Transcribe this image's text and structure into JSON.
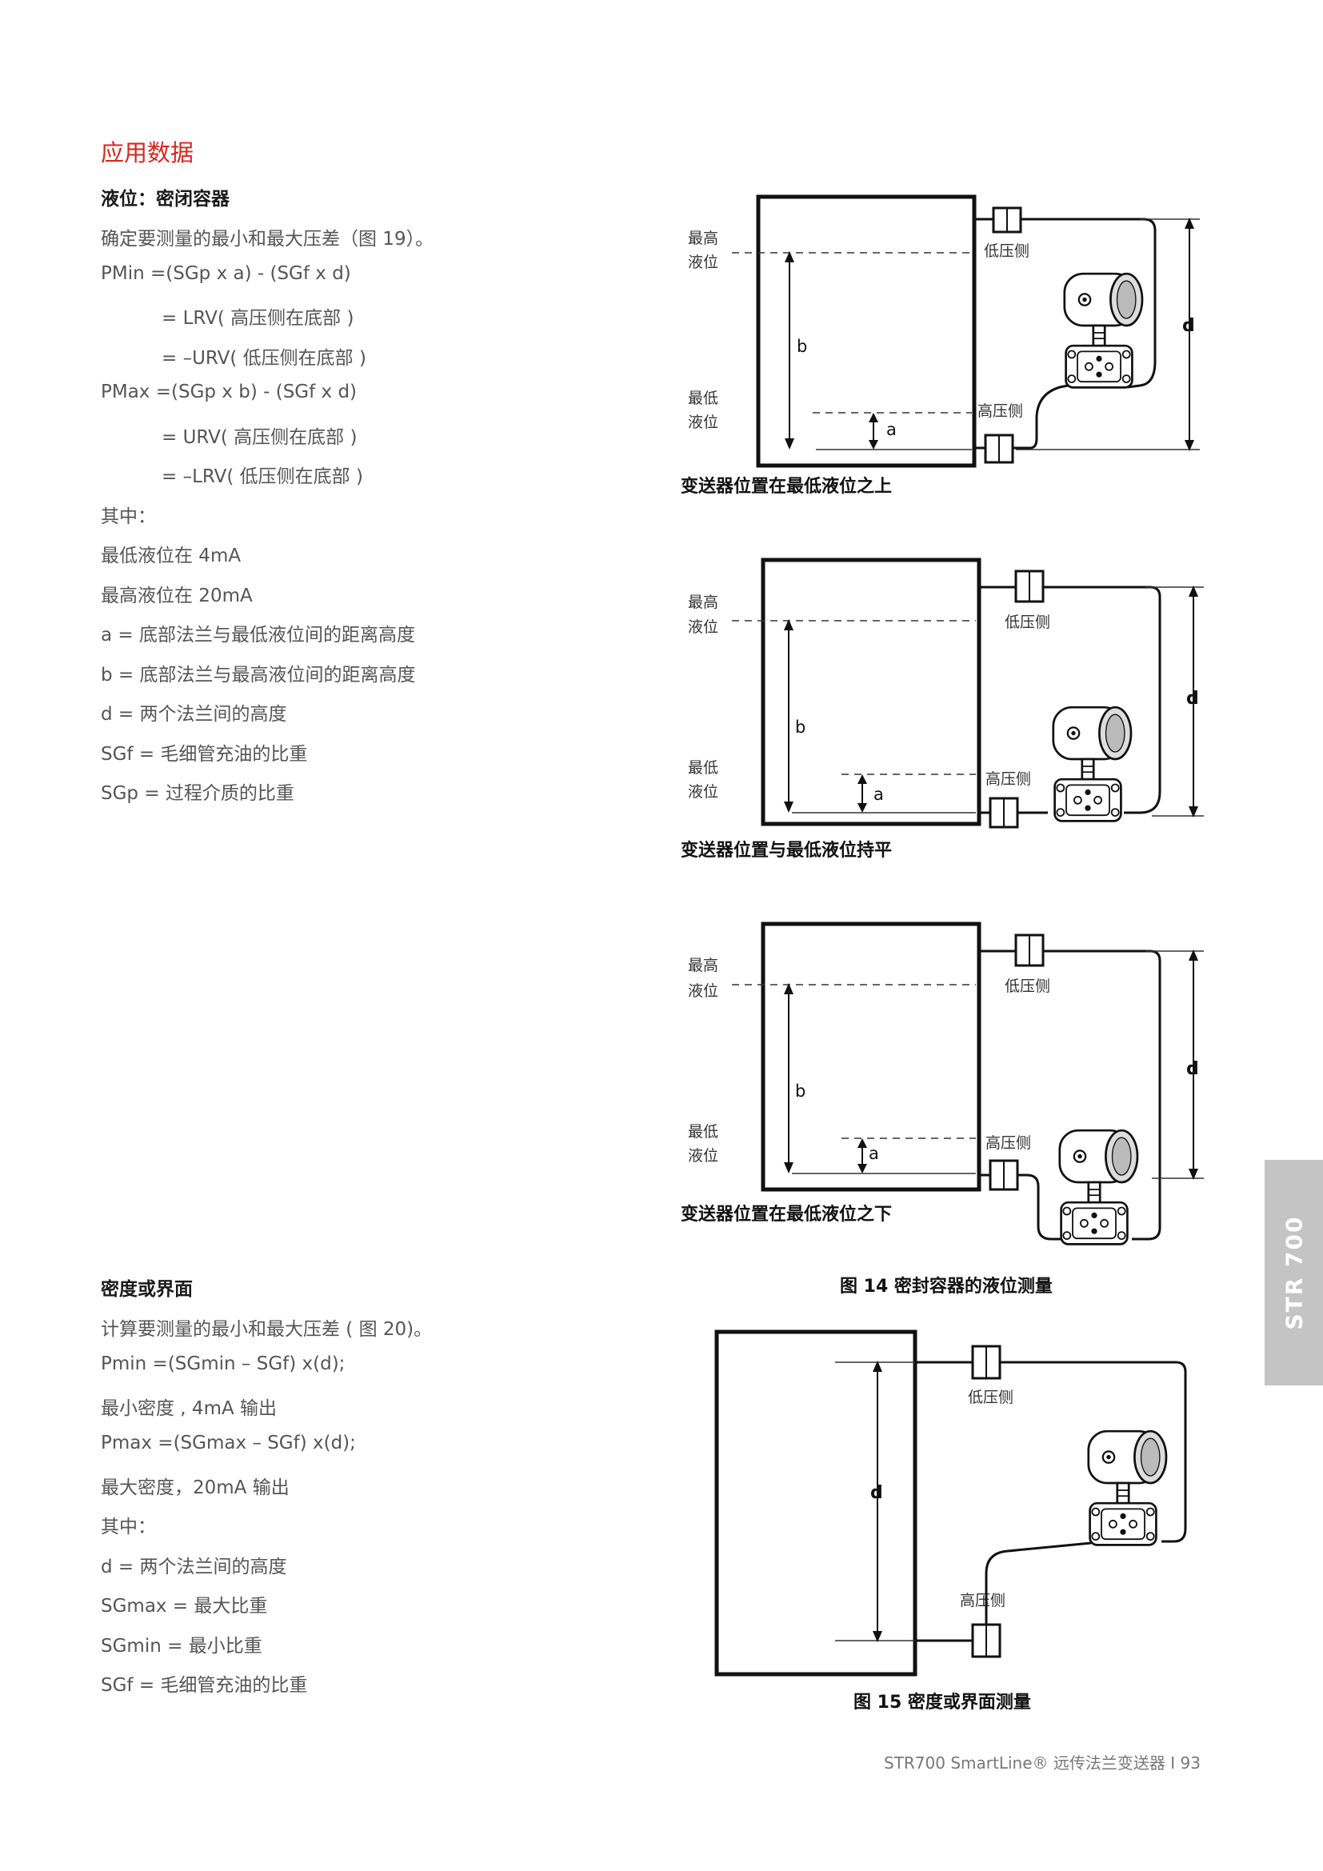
{
  "section_title": "应用数据",
  "level": {
    "heading": "液位：密闭容器",
    "lines": [
      "确定要测量的最小和最大压差（图 19）。",
      "PMin  =(SGp x a) - (SGf x d)",
      "= LRV( 高压侧在底部 )",
      "= –URV( 低压侧在底部 )",
      "PMax  =(SGp x b) - (SGf x d)",
      "= URV( 高压侧在底部 )",
      "= –LRV( 低压侧在底部 )",
      "其中：",
      "最低液位在 4mA",
      "最高液位在 20mA",
      "a = 底部法兰与最低液位间的距离高度",
      "b = 底部法兰与最高液位间的距离高度",
      "d = 两个法兰间的高度",
      "SGf = 毛细管充油的比重",
      "SGp = 过程介质的比重"
    ]
  },
  "density": {
    "heading": "密度或界面",
    "lines": [
      "计算要测量的最小和最大压差 ( 图 20)。",
      "Pmin =(SGmin – SGf) x(d);",
      "最小密度 , 4mA 输出",
      "Pmax =(SGmax – SGf) x(d);",
      "最大密度，20mA 输出",
      "其中：",
      "d = 两个法兰间的高度",
      "SGmax = 最大比重",
      "SGmin = 最小比重",
      "SGf = 毛细管充油的比重"
    ]
  },
  "diagram_labels": {
    "high": "最高",
    "level": "液位",
    "low": "最低",
    "low_side": "低压侧",
    "high_side": "高压侧",
    "a": "a",
    "b": "b",
    "d": "d"
  },
  "captions": {
    "d1": "变送器位置在最低液位之上",
    "d2": "变送器位置与最低液位持平",
    "d3": "变送器位置在最低液位之下",
    "fig14": "图 14  密封容器的液位测量",
    "fig15": "图 15  密度或界面测量"
  },
  "side_tab": "STR 700",
  "footer": "STR700 SmartLine® 远传法兰变送器  I  93"
}
